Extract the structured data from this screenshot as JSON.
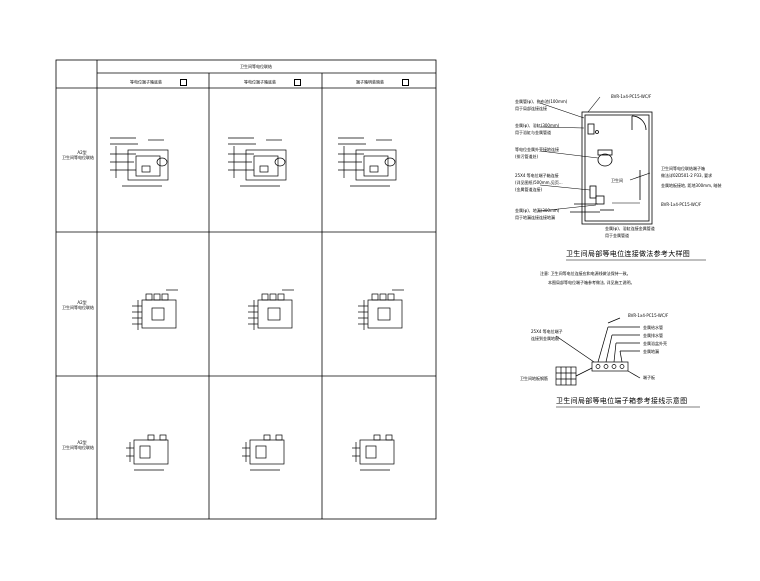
{
  "table": {
    "header_group": "卫生间等电位联结",
    "columns": [
      {
        "label": "等电位端子箱底装"
      },
      {
        "label": "等电位端子箱底装"
      },
      {
        "label": "端子箱明装暗装"
      }
    ],
    "rows": [
      {
        "label_line1": "A2型",
        "label_line2": "卫生间等电位联结"
      },
      {
        "label_line1": "A2型",
        "label_line2": "卫生间等电位联结"
      },
      {
        "label_line1": "A2型",
        "label_line2": "卫生间等电位联结"
      }
    ]
  },
  "detail": {
    "wire_top": "BVR-1x4-PC15-WC/F",
    "wire_right": "BVR-1x4-PC15-WC/F",
    "notes_left": [
      "金属管(φ)、拖布池(100mm)",
      "用于局部连接连接",
      "金属(φ)、浴缸(300mm)",
      "用于浴缸与金属管道",
      "等电位金属外壳接地连接",
      "(排污管道处)",
      "25X4 等电位端子箱连接",
      "(详见图纸)500mm,见页...",
      "(金属管道连接)",
      "金属(φ)、地漏(300mm)",
      "用于地漏连接连接地漏"
    ],
    "notes_right": [
      "卫生间等电位联结端子箱",
      "做法详02D501-2 P33, 要求",
      "金属地板接地, 距地300mm, 暗装",
      "卫生间"
    ],
    "bottom_notes": [
      "金属(φ)、浴缸连接金属管道",
      "用于金属管道"
    ],
    "caption": "卫生间局部等电位连接做法参考大样图",
    "remark_line1": "注意: 卫生间等电位连接应和电源线做法保持一致。",
    "remark_line2": "本图局部等电位端子箱参考做法, 详见施工说明。"
  },
  "schematic": {
    "wire_label": "BVR-1x4-PC15-WC/F",
    "left_label_line1": "25X4 等电位端子",
    "left_label_line2": "连接到金属地板",
    "bottom_left_label": "卫生间地板钢筋",
    "items": [
      "金属给水管",
      "金属排水管",
      "金属浴盆外壳",
      "金属地漏"
    ],
    "terminal_label": "端子板",
    "caption": "卫生间局部等电位端子箱参考接线示意图"
  }
}
